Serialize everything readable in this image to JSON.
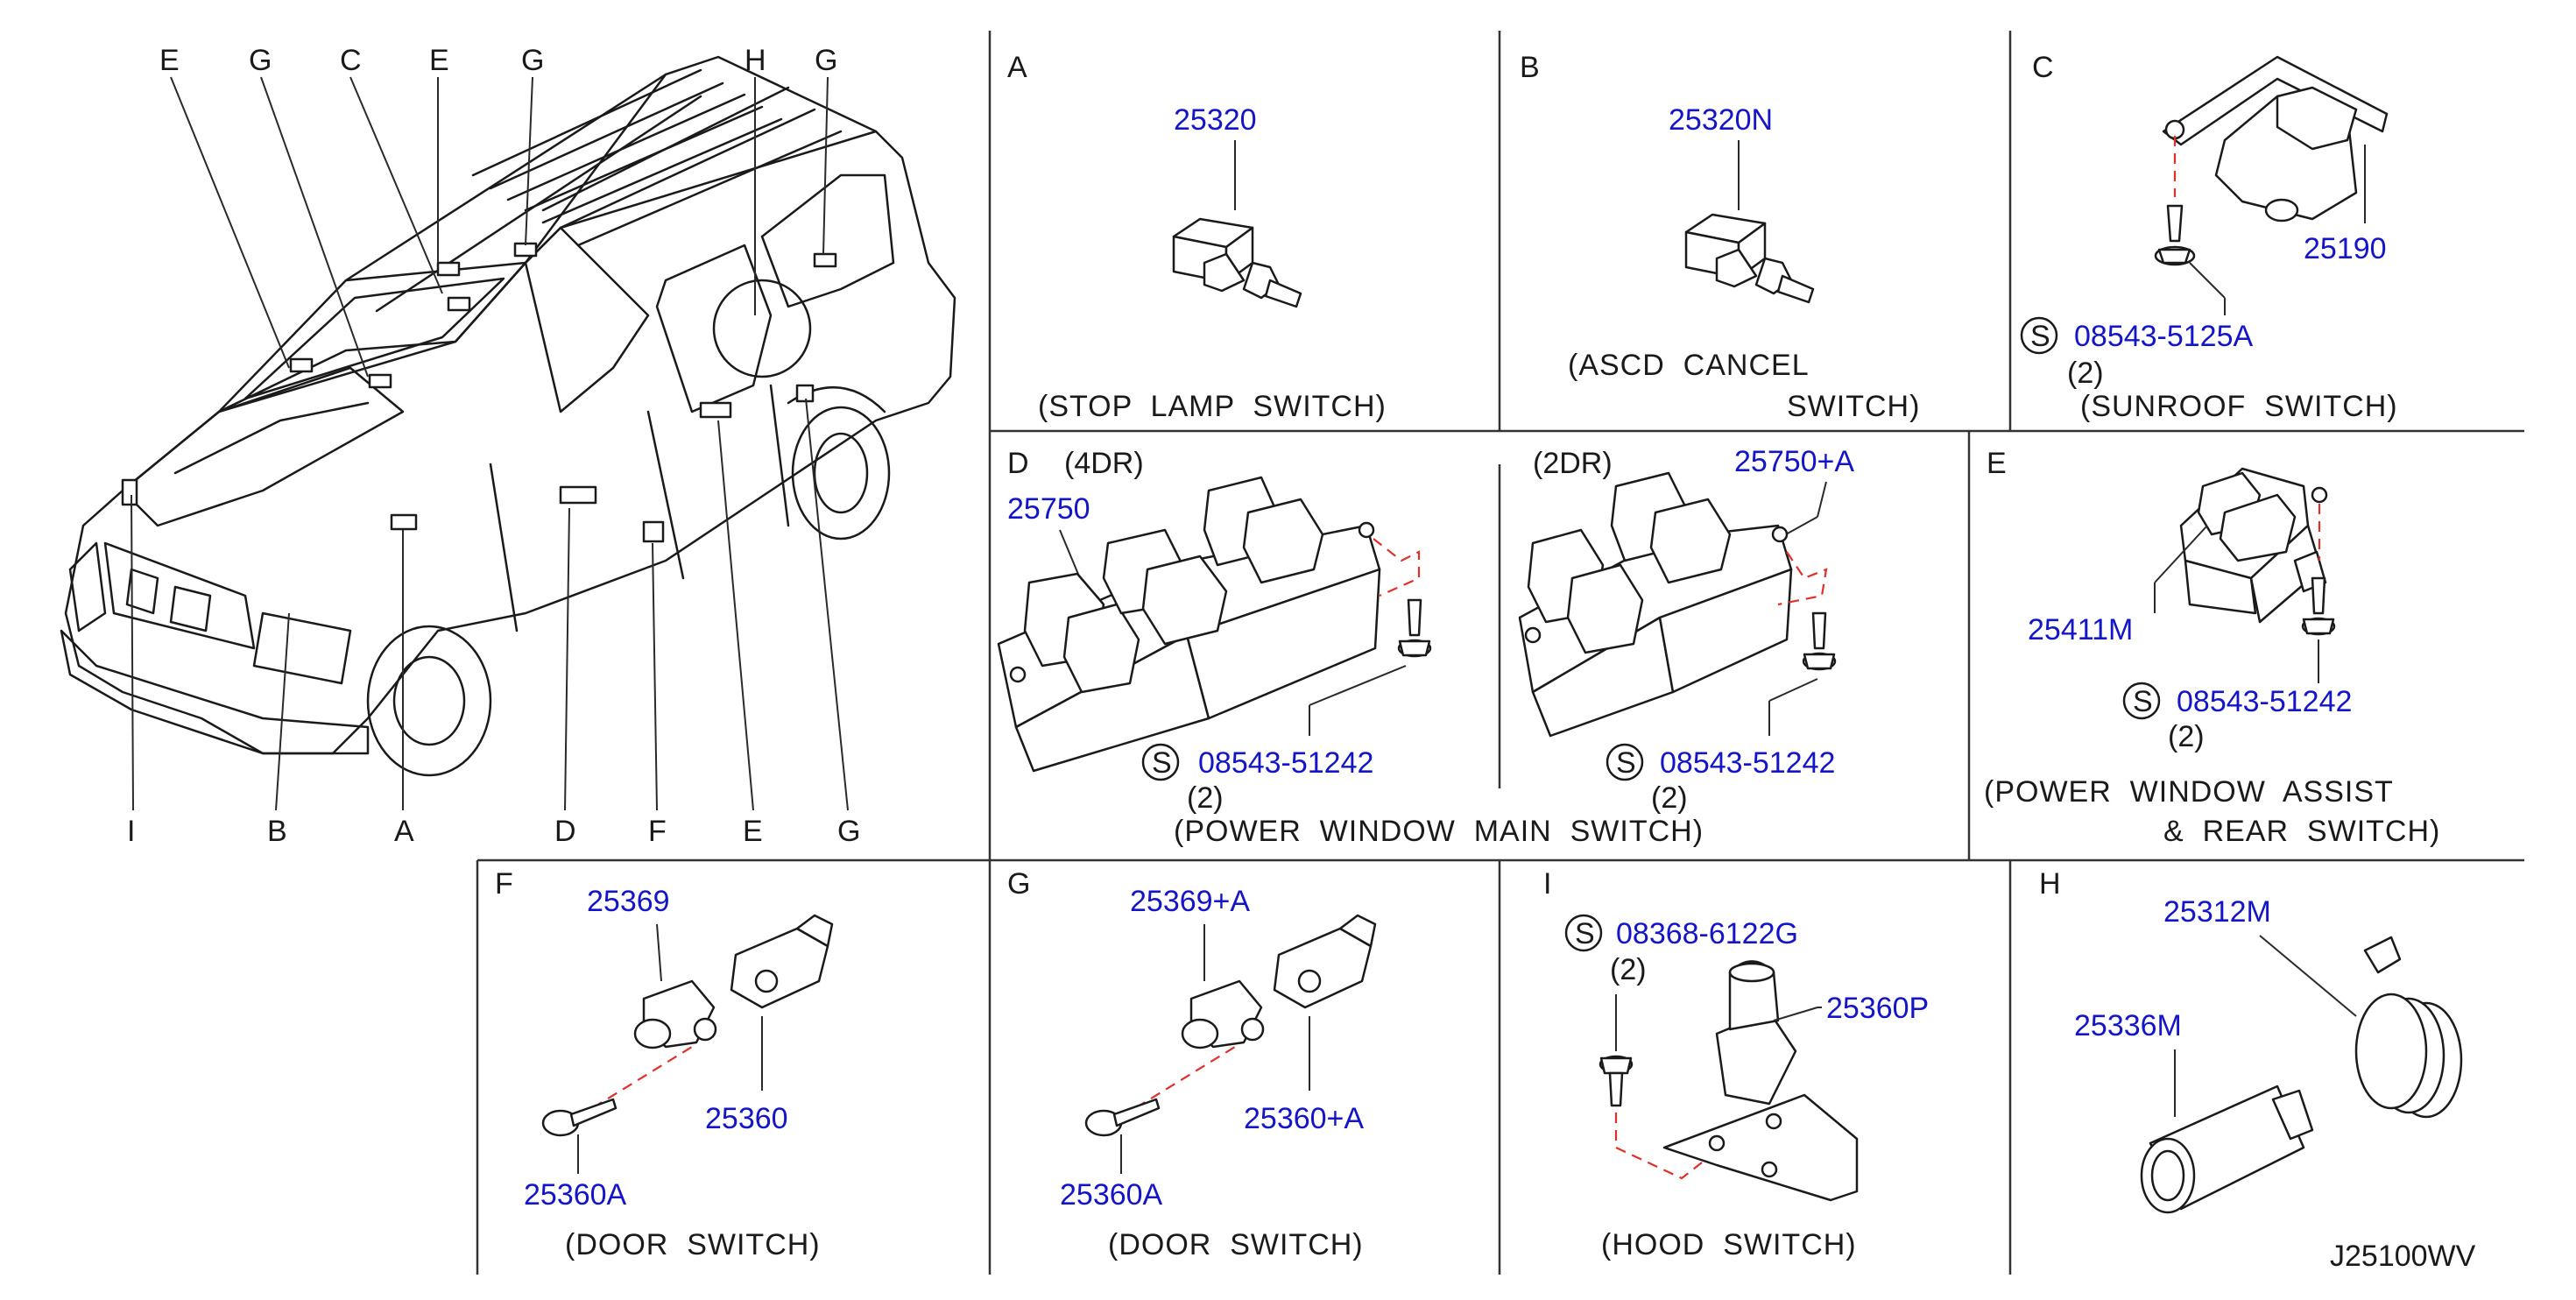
{
  "diagram_code": "J25100WV",
  "vehicle_callouts": [
    "E",
    "G",
    "C",
    "E",
    "G",
    "H",
    "G",
    "I",
    "B",
    "A",
    "D",
    "F",
    "E",
    "G"
  ],
  "panels": {
    "A": {
      "letter": "A",
      "part": "25320",
      "caption_1": "(STOP  LAMP  SWITCH)"
    },
    "B": {
      "letter": "B",
      "part": "25320N",
      "caption_1": "(ASCD  CANCEL",
      "caption_2": "SWITCH)"
    },
    "C": {
      "letter": "C",
      "part_switch": "25190",
      "screw": "08543-5125A",
      "qty": "(2)",
      "s_mark": "S",
      "caption_1": "(SUNROOF  SWITCH)"
    },
    "D": {
      "letter": "D",
      "variant_4dr": "(4DR)",
      "variant_2dr": "(2DR)",
      "part_4dr": "25750",
      "part_2dr": "25750+A",
      "screw_4dr": "08543-51242",
      "qty_4dr": "(2)",
      "screw_2dr": "08543-51242",
      "qty_2dr": "(2)",
      "s_mark": "S",
      "caption_1": "(POWER  WINDOW  MAIN  SWITCH)"
    },
    "E": {
      "letter": "E",
      "part": "25411M",
      "screw": "08543-51242",
      "qty": "(2)",
      "s_mark": "S",
      "caption_1": "(POWER  WINDOW  ASSIST",
      "caption_2": "&  REAR  SWITCH)"
    },
    "F": {
      "letter": "F",
      "part_switch": "25369",
      "part_bracket": "25360",
      "part_screw": "25360A",
      "caption_1": "(DOOR  SWITCH)"
    },
    "G": {
      "letter": "G",
      "part_switch": "25369+A",
      "part_bracket": "25360+A",
      "part_screw": "25360A",
      "caption_1": "(DOOR  SWITCH)"
    },
    "I": {
      "letter": "I",
      "screw": "08368-6122G",
      "qty": "(2)",
      "s_mark": "S",
      "part": "25360P",
      "caption_1": "(HOOD  SWITCH)"
    },
    "H": {
      "letter": "H",
      "part_ring": "25312M",
      "part_lamp": "25336M"
    }
  }
}
